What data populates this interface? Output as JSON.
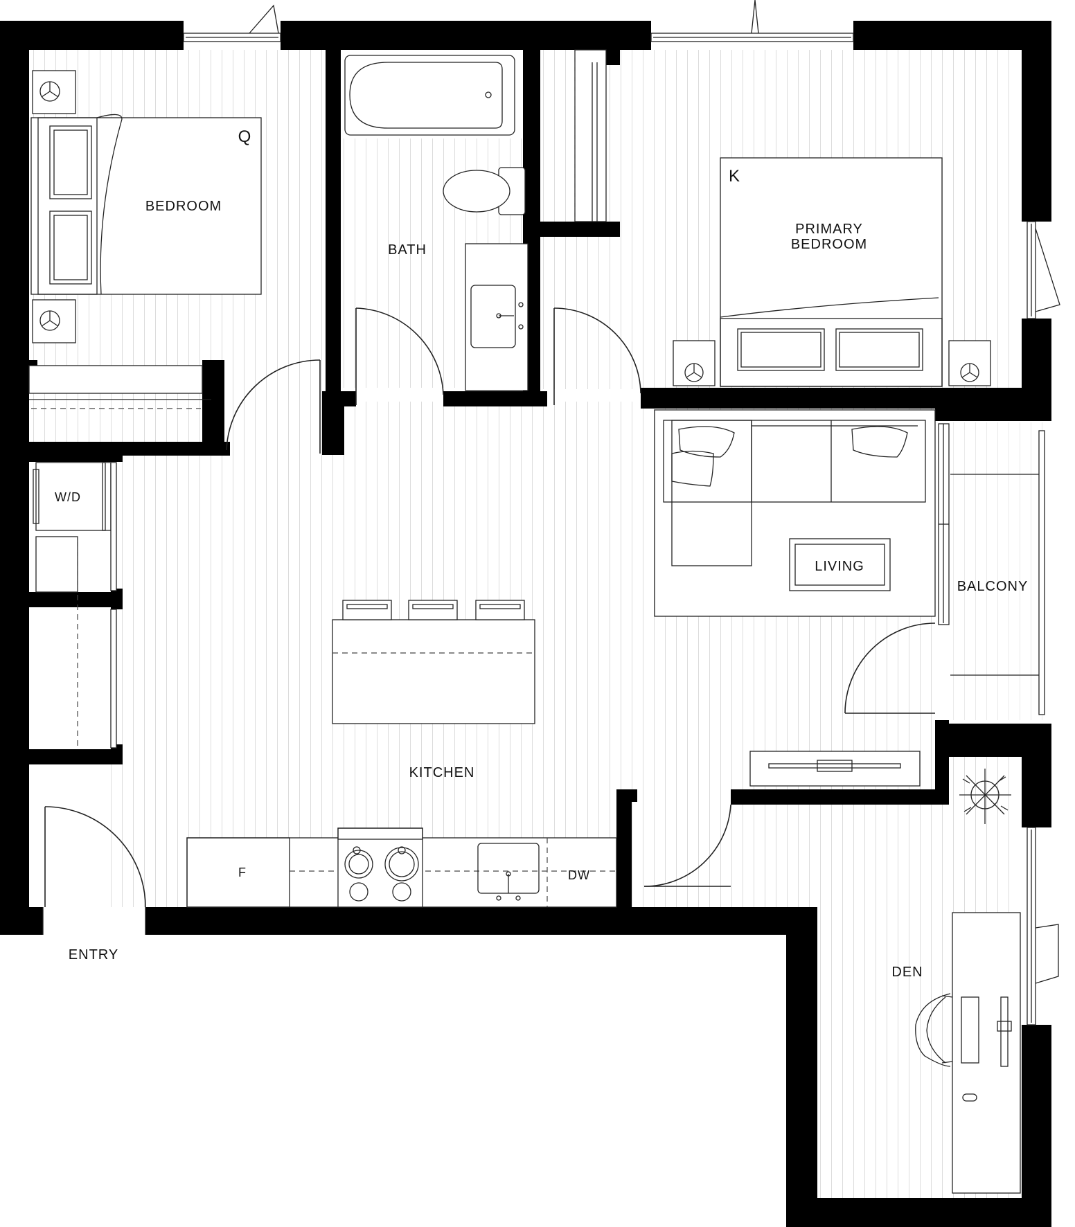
{
  "rooms": {
    "bedroom": "BEDROOM",
    "bath": "BATH",
    "primary_line1": "PRIMARY",
    "primary_line2": "BEDROOM",
    "wd": "W/D",
    "living": "LIVING",
    "balcony": "BALCONY",
    "kitchen": "KITCHEN",
    "den": "DEN",
    "entry": "ENTRY"
  },
  "bed_sizes": {
    "bedroom": "Q",
    "primary": "K"
  },
  "appliances": {
    "fridge": "F",
    "dishwasher": "DW"
  },
  "colors": {
    "wall": "#000000",
    "floor_line": "#d9d9d9",
    "line": "#222222"
  }
}
